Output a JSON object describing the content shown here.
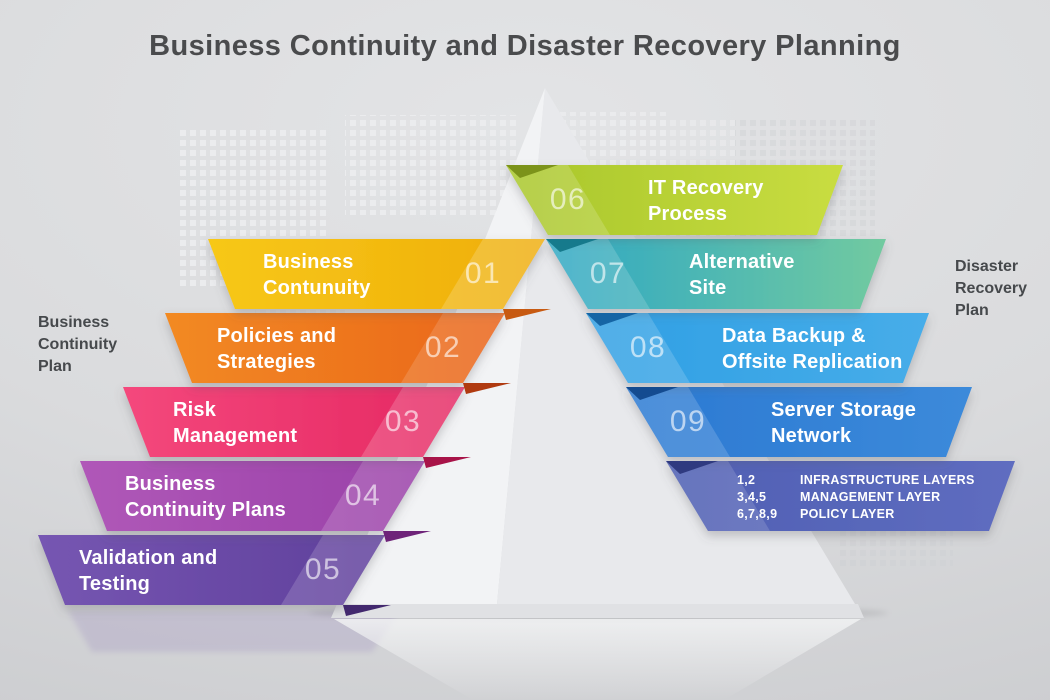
{
  "title": "Business Continuity and Disaster Recovery Planning",
  "left_plan_label": {
    "line1": "Business",
    "line2": "Continuity",
    "line3": "Plan"
  },
  "right_plan_label": {
    "line1": "Disaster",
    "line2": "Recovery",
    "line3": "Plan"
  },
  "left_ribbons": [
    {
      "number": "01",
      "line1": "Business",
      "line2": "Contunuity",
      "color": "#F7C818",
      "color2": "#EFAD0A",
      "shadow": "#C75A12"
    },
    {
      "number": "02",
      "line1": "Policies and",
      "line2": "Strategies",
      "color": "#F28A22",
      "color2": "#EA651C",
      "shadow": "#B03A10"
    },
    {
      "number": "03",
      "line1": "Risk",
      "line2": "Management",
      "color": "#F4487C",
      "color2": "#E52762",
      "shadow": "#A81348"
    },
    {
      "number": "04",
      "line1": "Business",
      "line2": "Continuity Plans",
      "color": "#B058B8",
      "color2": "#9940A8",
      "shadow": "#6E2379"
    },
    {
      "number": "05",
      "line1": "Validation and",
      "line2": "Testing",
      "color": "#7656B2",
      "color2": "#5F3F9B",
      "shadow": "#42286E"
    }
  ],
  "right_ribbons": [
    {
      "number": "06",
      "line1": "IT Recovery",
      "line2": "Process",
      "color": "#A8C62A",
      "color2": "#C9DD41",
      "shadow": "#7C931A"
    },
    {
      "number": "07",
      "line1": "Alternative",
      "line2": "Site",
      "color": "#2EA7C4",
      "color2": "#72CAA0",
      "shadow": "#167A8C"
    },
    {
      "number": "08",
      "line1": "Data Backup &",
      "line2": "Offsite Replication",
      "color": "#2F9FE4",
      "color2": "#47ADE9",
      "shadow": "#1565A5"
    },
    {
      "number": "09",
      "line1": "Server Storage",
      "line2": "Network",
      "color": "#2B79D2",
      "color2": "#3C8ADA",
      "shadow": "#144B90"
    },
    {
      "nums1": "1,2",
      "nums2": "3,4,5",
      "nums3": "6,7,8,9",
      "layer1": "INFRASTRUCTURE LAYERS",
      "layer2": "MANAGEMENT LAYER",
      "layer3": "POLICY LAYER",
      "color": "#4F5FB3",
      "color2": "#5F6DC0",
      "shadow": "#2F3A80"
    }
  ],
  "colors": {
    "background": "#DADBDD",
    "pyramid_left_face": "#F2F3F5",
    "pyramid_right_face": "#E8E9EC",
    "title_text": "#4A4B4D",
    "side_label_text": "#46494C"
  }
}
